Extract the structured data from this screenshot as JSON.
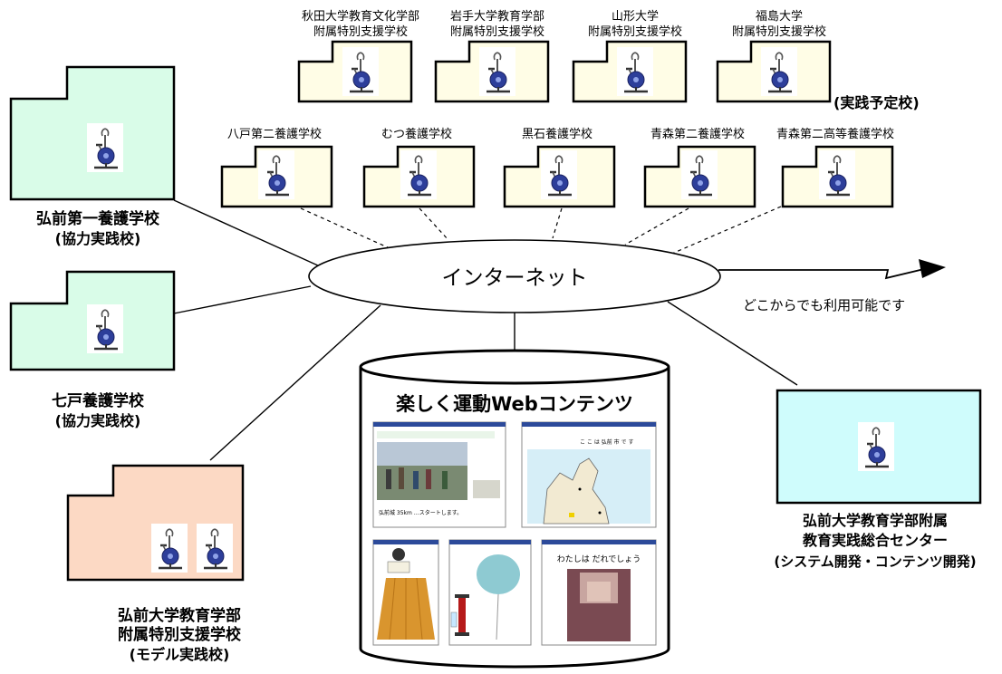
{
  "colors": {
    "planned_fill": "#fffde6",
    "cooperating_fill": "#d9fce8",
    "model_fill": "#fcd9c4",
    "center_fill": "#cffcfc",
    "line": "#000000"
  },
  "planned_label": "(実践予定校)",
  "planned_schools": [
    {
      "line1": "秋田大学教育文化学部",
      "line2": "附属特別支援学校",
      "icon": "exercise-bike-icon"
    },
    {
      "line1": "岩手大学教育学部",
      "line2": "附属特別支援学校",
      "icon": "exercise-bike-icon"
    },
    {
      "line1": "山形大学",
      "line2": "附属特別支援学校",
      "icon": "exercise-bike-icon"
    },
    {
      "line1": "福島大学",
      "line2": "附属特別支援学校",
      "icon": "exercise-bike-icon"
    }
  ],
  "connected_schools": [
    {
      "name": "八戸第二養護学校",
      "icon": "exercise-bike-icon"
    },
    {
      "name": "むつ養護学校",
      "icon": "exercise-bike-icon"
    },
    {
      "name": "黒石養護学校",
      "icon": "exercise-bike-icon"
    },
    {
      "name": "青森第二養護学校",
      "icon": "exercise-bike-icon"
    },
    {
      "name": "青森第二高等養護学校",
      "icon": "exercise-bike-icon"
    }
  ],
  "cooperating_schools": [
    {
      "line1": "弘前第一養護学校",
      "line2": "(協力実践校)",
      "icon": "exercise-bike-icon"
    },
    {
      "line1": "七戸養護学校",
      "line2": "(協力実践校)",
      "icon": "exercise-bike-icon"
    }
  ],
  "model_school": {
    "line1": "弘前大学教育学部",
    "line2": "附属特別支援学校",
    "line3": "(モデル実践校)",
    "icon": "exercise-bike-icon"
  },
  "center": {
    "line1": "弘前大学教育学部附属",
    "line2": "教育実践総合センター",
    "line3": "(システム開発・コンテンツ開発)",
    "icon": "exercise-bike-icon"
  },
  "internet_label": "インターネット",
  "anywhere_label": "どこからでも利用可能です",
  "server": {
    "title": "楽しく運動Webコンテンツ",
    "screenshots": [
      {
        "name": "walking-course-photo",
        "caption": "弘前城 35km …スタートします。"
      },
      {
        "name": "aomori-map",
        "caption": "こ こ は 弘前 市 で す"
      },
      {
        "name": "bowling-game",
        "caption": ""
      },
      {
        "name": "balloon-pump-game",
        "caption": ""
      },
      {
        "name": "who-is-it-quiz",
        "caption": "わたしは だれでしょう"
      }
    ]
  }
}
